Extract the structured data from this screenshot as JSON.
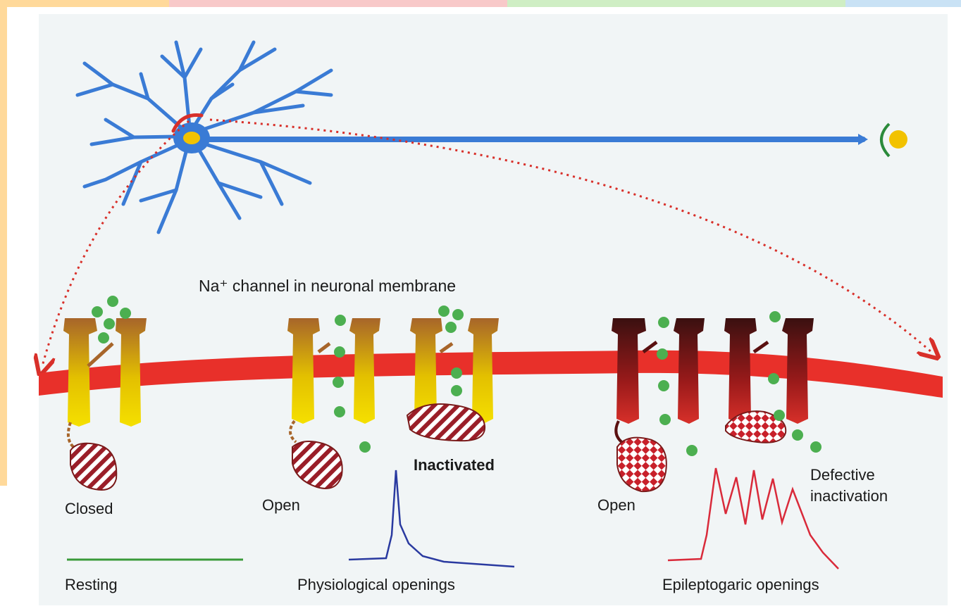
{
  "title": "Na⁺ channel in neuronal membrane",
  "states": {
    "closed": "Closed",
    "open_normal": "Open",
    "inactivated": "Inactivated",
    "open_mutant": "Open",
    "defective_line1": "Defective",
    "defective_line2": "inactivation"
  },
  "traces": {
    "resting": "Resting",
    "physiological": "Physiological openings",
    "epileptogenic": "Epileptogaric openings"
  },
  "colors": {
    "neuron": "#3a7bd5",
    "soma": "#f2c200",
    "membrane": "#e8302a",
    "channel_normal": "#e3c000",
    "channel_defective": "#9a1a1a",
    "ion": "#4caf50",
    "resting_trace": "#3a9a3a",
    "physiological_trace": "#2a3aa0",
    "epileptogenic_trace": "#d92a3a"
  }
}
